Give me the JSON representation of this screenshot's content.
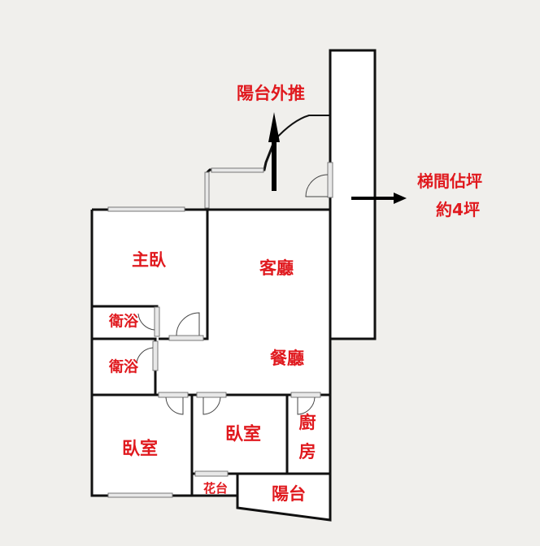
{
  "labels": {
    "balcony_extended": "陽台外推",
    "stairwell_line1": "梯間佔坪",
    "stairwell_line2": "約4坪",
    "master_bedroom": "主臥",
    "living_room": "客廳",
    "bathroom_1": "衛浴",
    "bathroom_2": "衛浴",
    "dining_room": "餐廳",
    "bedroom_1": "臥室",
    "bedroom_2": "臥室",
    "kitchen_char1": "廚",
    "kitchen_char2": "房",
    "flower_bed": "花台",
    "balcony": "陽台"
  },
  "colors": {
    "label": "#e0191e",
    "wall": "#111111",
    "background": "#f0efec"
  }
}
